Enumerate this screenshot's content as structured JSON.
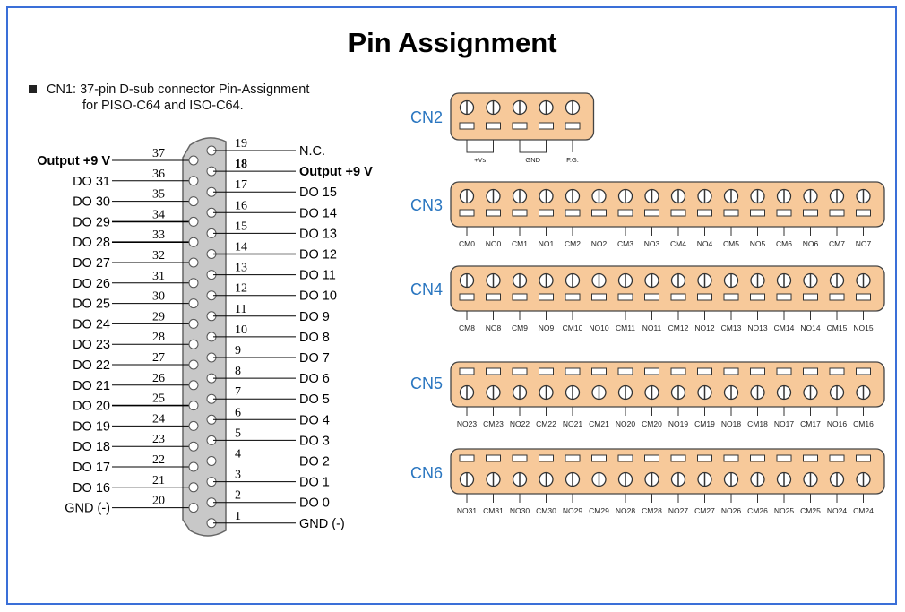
{
  "title": "Pin Assignment",
  "bullet": {
    "line1": "CN1: 37-pin D-sub connector Pin-Assignment",
    "line2": "for PISO-C64 and ISO-C64."
  },
  "cn1": {
    "left": [
      {
        "pin": "37",
        "label": "Output +9 V",
        "bold": true
      },
      {
        "pin": "36",
        "label": "DO 31"
      },
      {
        "pin": "35",
        "label": "DO 30"
      },
      {
        "pin": "34",
        "label": "DO 29"
      },
      {
        "pin": "33",
        "label": "DO 28"
      },
      {
        "pin": "32",
        "label": "DO 27"
      },
      {
        "pin": "31",
        "label": "DO 26"
      },
      {
        "pin": "30",
        "label": "DO 25"
      },
      {
        "pin": "29",
        "label": "DO 24"
      },
      {
        "pin": "28",
        "label": "DO 23"
      },
      {
        "pin": "27",
        "label": "DO 22"
      },
      {
        "pin": "26",
        "label": "DO 21"
      },
      {
        "pin": "25",
        "label": "DO 20"
      },
      {
        "pin": "24",
        "label": "DO 19"
      },
      {
        "pin": "23",
        "label": "DO 18"
      },
      {
        "pin": "22",
        "label": "DO 17"
      },
      {
        "pin": "21",
        "label": "DO 16"
      },
      {
        "pin": "20",
        "label": "GND (-)"
      }
    ],
    "right": [
      {
        "pin": "19",
        "label": "N.C."
      },
      {
        "pin": "18",
        "label": "Output +9 V",
        "bold": true
      },
      {
        "pin": "17",
        "label": "DO 15"
      },
      {
        "pin": "16",
        "label": "DO 14"
      },
      {
        "pin": "15",
        "label": "DO 13"
      },
      {
        "pin": "14",
        "label": "DO 12"
      },
      {
        "pin": "13",
        "label": "DO 11"
      },
      {
        "pin": "12",
        "label": "DO 10"
      },
      {
        "pin": "11",
        "label": "DO 9"
      },
      {
        "pin": "10",
        "label": "DO 8"
      },
      {
        "pin": "9",
        "label": "DO 7"
      },
      {
        "pin": "8",
        "label": "DO 6"
      },
      {
        "pin": "7",
        "label": "DO 5"
      },
      {
        "pin": "6",
        "label": "DO 4"
      },
      {
        "pin": "5",
        "label": "DO 3"
      },
      {
        "pin": "4",
        "label": "DO 2"
      },
      {
        "pin": "3",
        "label": "DO 1"
      },
      {
        "pin": "2",
        "label": "DO 0"
      },
      {
        "pin": "1",
        "label": "GND (-)"
      }
    ]
  },
  "blocks": [
    {
      "name": "CN2",
      "screws": 5,
      "pads": "below",
      "labels": [],
      "groups": [
        {
          "label": "+Vs",
          "from": 0,
          "to": 1
        },
        {
          "label": "GND",
          "from": 2,
          "to": 3
        },
        {
          "label": "F.G.",
          "from": 4,
          "to": 4
        }
      ]
    },
    {
      "name": "CN3",
      "screws": 16,
      "pads": "below",
      "labels": [
        "CM0",
        "NO0",
        "CM1",
        "NO1",
        "CM2",
        "NO2",
        "CM3",
        "NO3",
        "CM4",
        "NO4",
        "CM5",
        "NO5",
        "CM6",
        "NO6",
        "CM7",
        "NO7"
      ]
    },
    {
      "name": "CN4",
      "screws": 16,
      "pads": "below",
      "labels": [
        "CM8",
        "NO8",
        "CM9",
        "NO9",
        "CM10",
        "NO10",
        "CM11",
        "NO11",
        "CM12",
        "NO12",
        "CM13",
        "NO13",
        "CM14",
        "NO14",
        "CM15",
        "NO15"
      ]
    },
    {
      "name": "CN5",
      "screws": 16,
      "pads": "above",
      "labels": [
        "NO23",
        "CM23",
        "NO22",
        "CM22",
        "NO21",
        "CM21",
        "NO20",
        "CM20",
        "NO19",
        "CM19",
        "NO18",
        "CM18",
        "NO17",
        "CM17",
        "NO16",
        "CM16"
      ]
    },
    {
      "name": "CN6",
      "screws": 16,
      "pads": "above",
      "labels": [
        "NO31",
        "CM31",
        "NO30",
        "CM30",
        "NO29",
        "CM29",
        "NO28",
        "CM28",
        "NO27",
        "CM27",
        "NO26",
        "CM26",
        "NO25",
        "CM25",
        "NO24",
        "CM24"
      ]
    }
  ],
  "colors": {
    "frame": "#3a6fd8",
    "terminal_fill": "#f7c99a",
    "terminal_stroke": "#444444",
    "cn_label": "#2a76c0",
    "dsub_fill": "#c8c8c8"
  }
}
